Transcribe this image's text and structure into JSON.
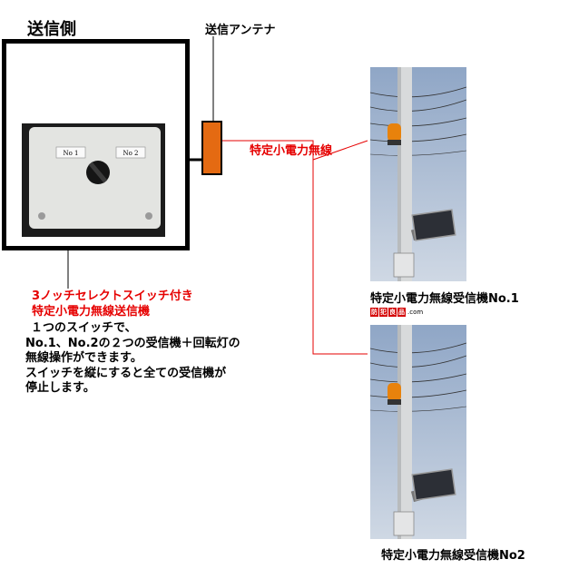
{
  "transmitter": {
    "title": "送信側",
    "switch_labels": [
      "No 1",
      "No 2"
    ]
  },
  "antenna": {
    "label": "送信アンテナ"
  },
  "radio_label": "特定小電力無線",
  "description": {
    "red_lines": [
      "3ノッチセレクトスイッチ付き",
      "特定小電力無線送信機"
    ],
    "black_lines": [
      "１つのスイッチで、",
      "No.1、No.2の２つの受信機＋回転灯の",
      "無線操作ができます。",
      "スイッチを縦にすると全ての受信機が",
      "停止します。"
    ]
  },
  "receivers": [
    {
      "label": "特定小電力無線受信機No.1"
    },
    {
      "label": "特定小電力無線受信機No2"
    }
  ],
  "logo": {
    "boxes": [
      "防",
      "犯",
      "良",
      "品"
    ],
    "suffix": ".com"
  },
  "colors": {
    "accent_red": "#e60000",
    "antenna_orange": "#e46a12",
    "sky": "#b9c8dc",
    "pole": "#d9dbdc",
    "beacon": "#e8820c"
  }
}
